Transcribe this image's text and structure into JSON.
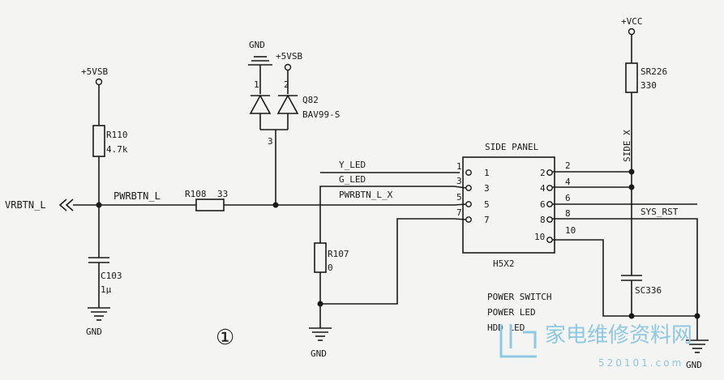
{
  "power": {
    "vsb_left": "+5VSB",
    "vsb_diode": "+5VSB",
    "vcc": "+VCC",
    "gnd": "GND"
  },
  "nets": {
    "vrbtn": "VRBTN_L",
    "pwrbtn": "PWRBTN_L",
    "y_led": "Y_LED",
    "g_led": "G_LED",
    "pwrbtn_x": "PWRBTN_L_X",
    "sys_rst": "SYS_RST",
    "side_x": "SIDE X"
  },
  "components": {
    "r110": {
      "ref": "R110",
      "value": "4.7k"
    },
    "c103": {
      "ref": "C103",
      "value": "1μ"
    },
    "r108": {
      "ref": "R108",
      "value": "33"
    },
    "q82": {
      "ref": "Q82",
      "value": "BAV99-S",
      "pin1": "1",
      "pin2": "2",
      "pin3": "3"
    },
    "r107": {
      "ref": "R107",
      "value": "0"
    },
    "sr226": {
      "ref": "SR226",
      "value": "330"
    },
    "sc336": {
      "ref": "SC336"
    }
  },
  "connector": {
    "title": "SIDE PANEL",
    "part": "H5X2",
    "left_pins": [
      "1",
      "3",
      "5",
      "7"
    ],
    "right_pins": [
      "2",
      "4",
      "6",
      "8",
      "10"
    ]
  },
  "legend": [
    "POWER SWITCH",
    "POWER LED",
    "HDD LED"
  ],
  "figure_number": "①",
  "watermark": {
    "text": "家电维修资料网",
    "url": "520101.com"
  }
}
